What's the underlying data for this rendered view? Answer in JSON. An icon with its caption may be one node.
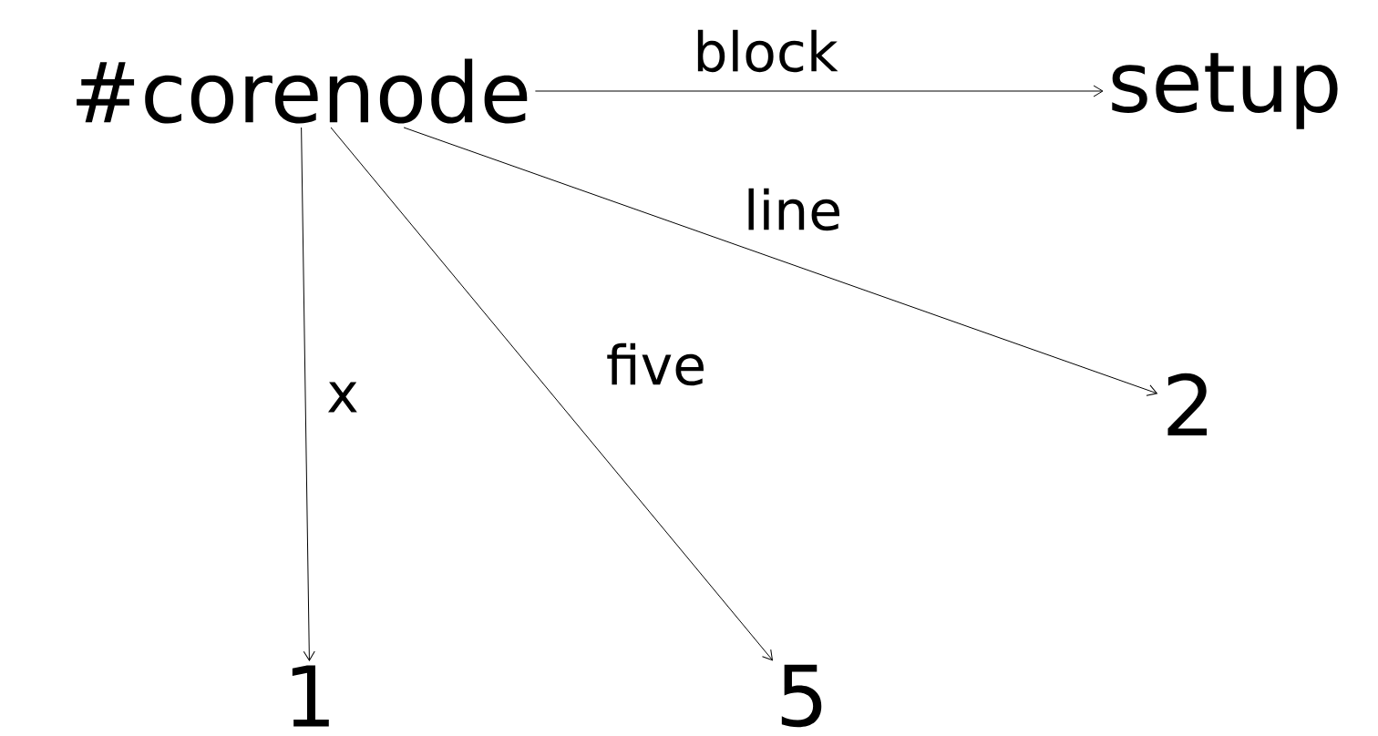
{
  "diagram": {
    "nodes": [
      {
        "text": [
          "#corenode"
        ]
      },
      {
        "text": [
          "setup"
        ]
      },
      {
        "text": [
          "2"
        ]
      },
      {
        "text": [
          "1"
        ]
      },
      {
        "text": [
          "5"
        ]
      }
    ],
    "edges": [
      {
        "from": 0,
        "to": 1,
        "arrow": "to",
        "label": "block"
      },
      {
        "from": 0,
        "to": 2,
        "arrow": "to",
        "label": "line"
      },
      {
        "from": 0,
        "to": 3,
        "arrow": "to",
        "label": "x"
      },
      {
        "from": 0,
        "to": 4,
        "arrow": "to",
        "label": "five"
      }
    ]
  }
}
